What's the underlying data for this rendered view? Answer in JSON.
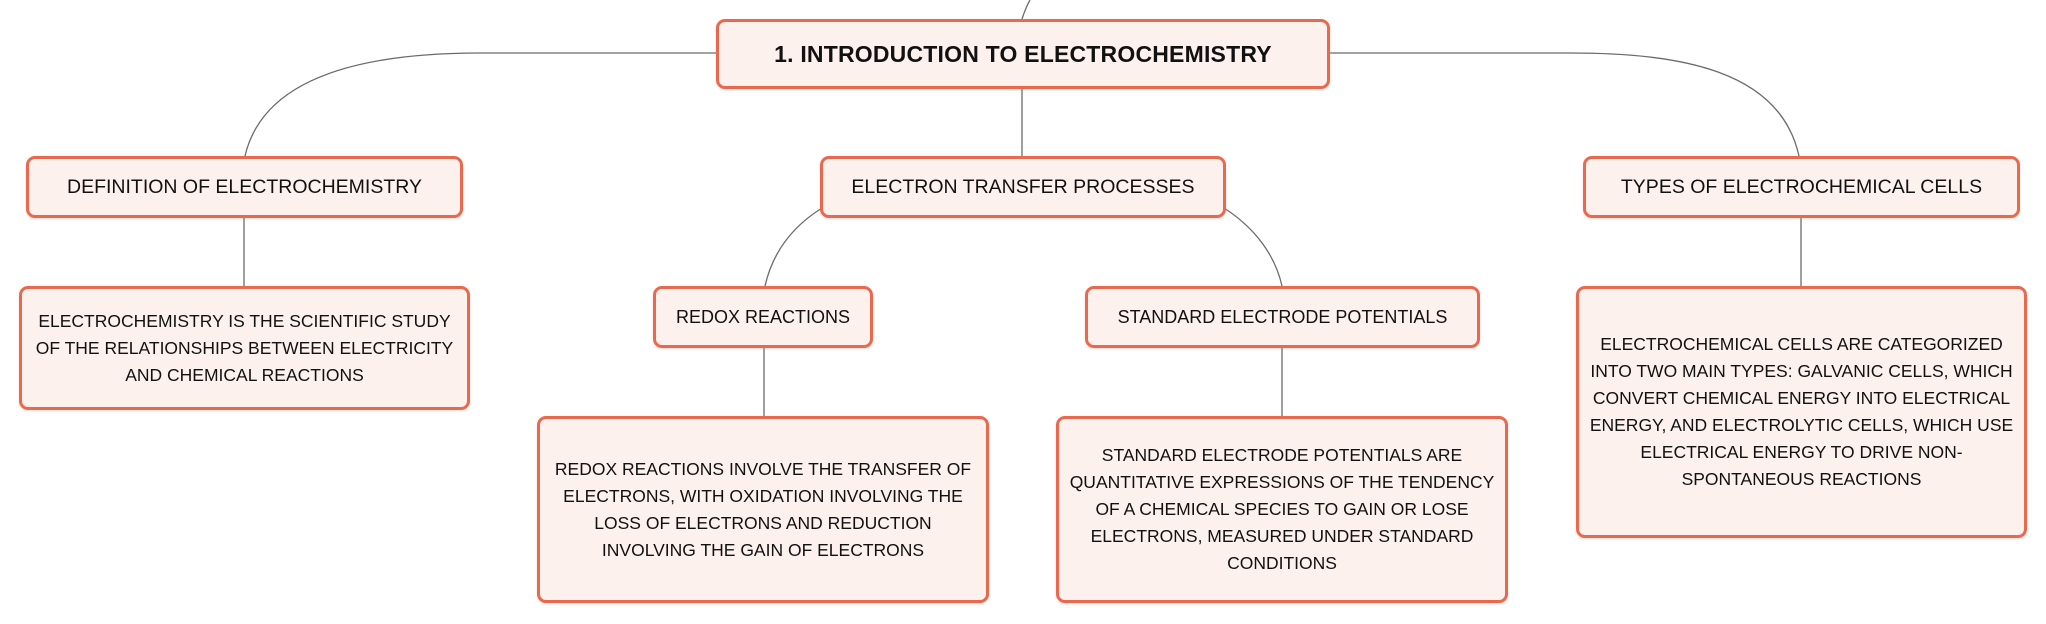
{
  "root": {
    "label": "1. INTRODUCTION TO ELECTROCHEMISTRY"
  },
  "topics": {
    "definition": {
      "label": "DEFINITION OF ELECTROCHEMISTRY",
      "detail": "ELECTROCHEMISTRY IS THE SCIENTIFIC STUDY OF THE RELATIONSHIPS BETWEEN ELECTRICITY AND CHEMICAL REACTIONS"
    },
    "electron_transfer": {
      "label": "ELECTRON TRANSFER PROCESSES",
      "redox": {
        "label": "REDOX REACTIONS",
        "detail": "REDOX REACTIONS INVOLVE THE TRANSFER OF ELECTRONS, WITH OXIDATION INVOLVING THE LOSS OF ELECTRONS AND REDUCTION INVOLVING THE GAIN OF ELECTRONS"
      },
      "standard_potentials": {
        "label": "STANDARD ELECTRODE POTENTIALS",
        "detail": "STANDARD ELECTRODE POTENTIALS ARE QUANTITATIVE EXPRESSIONS OF THE TENDENCY OF A CHEMICAL SPECIES TO GAIN OR LOSE ELECTRONS, MEASURED UNDER STANDARD CONDITIONS"
      }
    },
    "cell_types": {
      "label": "TYPES OF ELECTROCHEMICAL CELLS",
      "detail": "ELECTROCHEMICAL CELLS ARE CATEGORIZED INTO TWO MAIN TYPES: GALVANIC CELLS, WHICH CONVERT CHEMICAL ENERGY INTO ELECTRICAL ENERGY, AND ELECTROLYTIC CELLS, WHICH USE ELECTRICAL ENERGY TO DRIVE NON-SPONTANEOUS REACTIONS"
    }
  },
  "colors": {
    "node_border": "#e9694f",
    "node_fill": "#fdf1ee",
    "connector": "#6b6b6b",
    "text": "#111111"
  }
}
